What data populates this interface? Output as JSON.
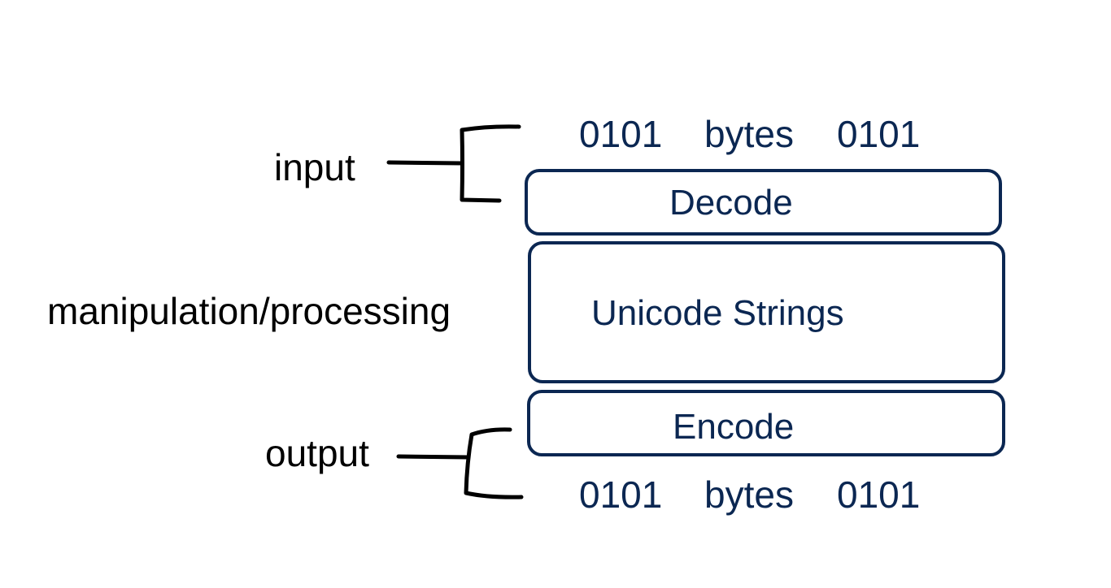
{
  "labels": {
    "input": "input",
    "processing": "manipulation/processing",
    "output": "output"
  },
  "top_bytes": {
    "left": "0101",
    "middle": "bytes",
    "right": "0101"
  },
  "boxes": {
    "decode": "Decode",
    "unicode": "Unicode Strings",
    "encode": "Encode"
  },
  "bottom_bytes": {
    "left": "0101",
    "middle": "bytes",
    "right": "0101"
  },
  "colors": {
    "navy": "#0b2752",
    "black": "#000000"
  }
}
